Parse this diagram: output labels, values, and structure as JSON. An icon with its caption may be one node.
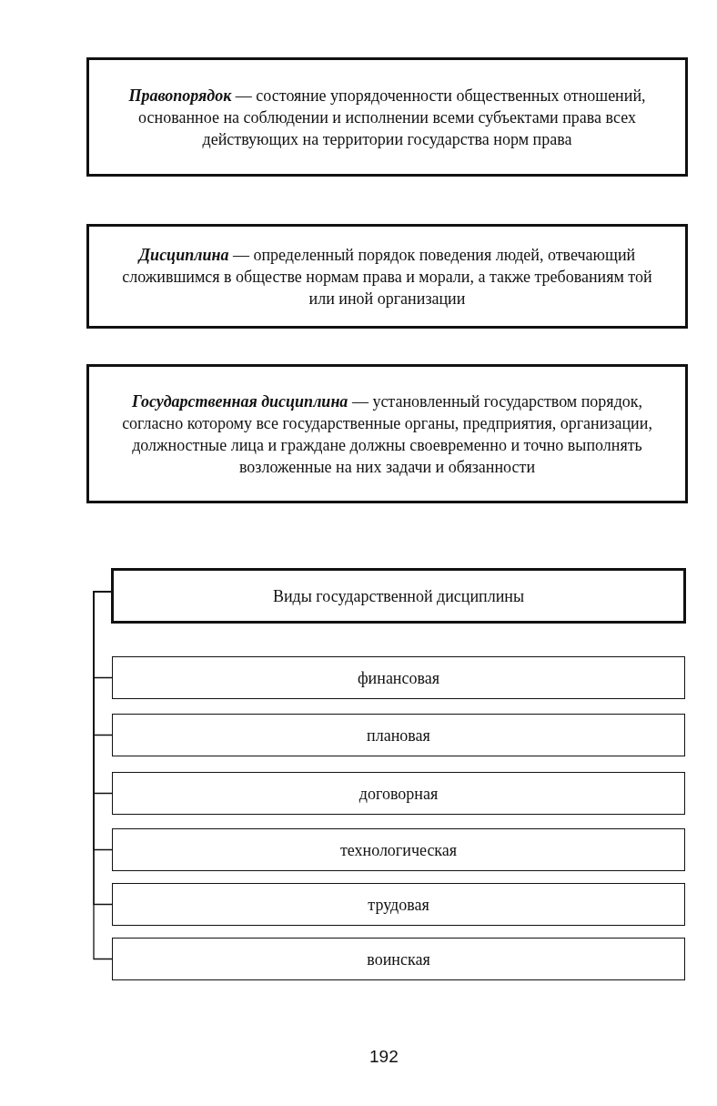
{
  "diagram": {
    "nodes": [
      {
        "text": [
          "**Правопорядок** — состояние упорядоченности общественных отношений, основанное на соблюдении и исполнении всеми субъектами права всех действующих на территории государства норм права"
        ]
      },
      {
        "text": [
          "**Дисциплина** — определенный порядок поведения людей, отвечающий сложившимся в обществе нормам права и морали, а также требованиям той или иной организации"
        ]
      },
      {
        "text": [
          "**Государственная дисциплина** — установленный государством порядок, согласно которому все государственные органы, предприятия, организации, должностные лица и граждане должны своевременно и точно выполнять возложенные на них задачи и обязанности"
        ]
      },
      {
        "text": [
          "Виды государственной дисциплины"
        ]
      },
      {
        "text": [
          "финансовая"
        ]
      },
      {
        "text": [
          "плановая"
        ]
      },
      {
        "text": [
          "договорная"
        ]
      },
      {
        "text": [
          "технологическая"
        ]
      },
      {
        "text": [
          "трудовая"
        ]
      },
      {
        "text": [
          "воинская"
        ]
      }
    ],
    "edges": [
      {
        "from": 3,
        "to": 4,
        "arrow": "none"
      },
      {
        "from": 3,
        "to": 5,
        "arrow": "none"
      },
      {
        "from": 3,
        "to": 6,
        "arrow": "none"
      },
      {
        "from": 3,
        "to": 7,
        "arrow": "none"
      },
      {
        "from": 3,
        "to": 8,
        "arrow": "none"
      },
      {
        "from": 3,
        "to": 9,
        "arrow": "none"
      }
    ],
    "labels": [
      "192"
    ]
  }
}
